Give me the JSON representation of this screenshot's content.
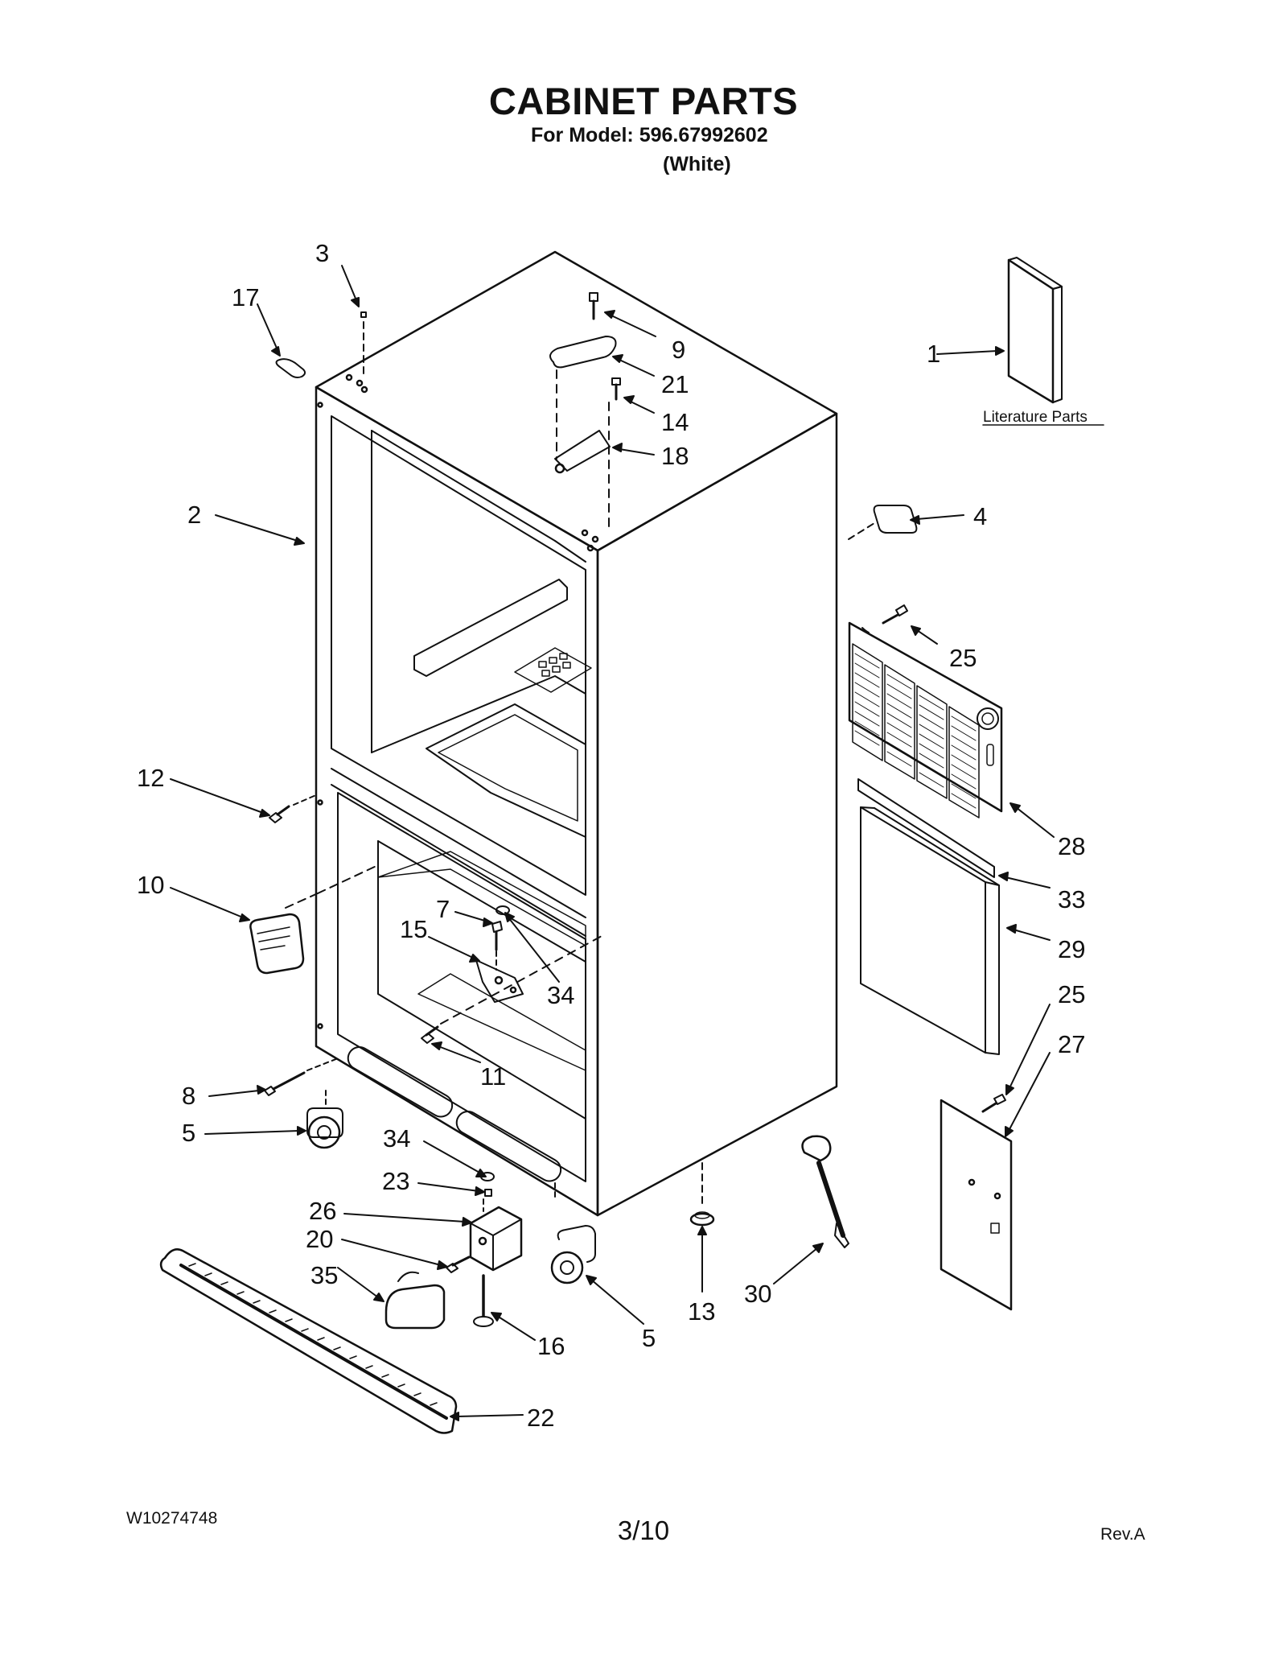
{
  "header": {
    "title": "CABINET PARTS",
    "model_line": "For Model: 596.67992602",
    "color_line": "(White)"
  },
  "literature_label": "Literature Parts",
  "callouts": [
    "1",
    "2",
    "3",
    "4",
    "5",
    "5",
    "7",
    "8",
    "9",
    "10",
    "11",
    "12",
    "13",
    "14",
    "15",
    "16",
    "17",
    "18",
    "20",
    "21",
    "22",
    "23",
    "25",
    "25",
    "26",
    "27",
    "28",
    "29",
    "30",
    "33",
    "34",
    "34",
    "35"
  ],
  "footer": {
    "doc_number": "W10274748",
    "page": "3/10",
    "revision": "Rev.A"
  }
}
